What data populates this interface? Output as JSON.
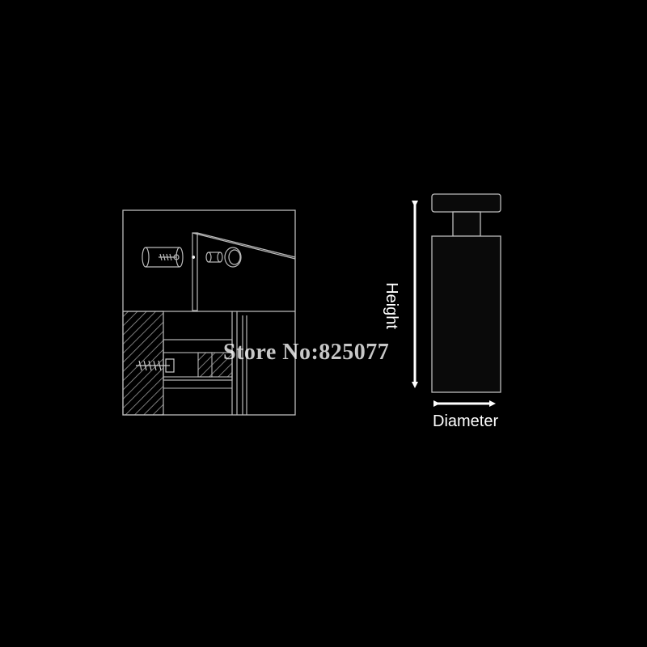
{
  "diagram": {
    "dimension_labels": {
      "height": "Height",
      "diameter": "Diameter"
    },
    "watermark": "Store No:825077",
    "colors": {
      "background": "#000000",
      "line": "#bbbbbb",
      "arrow": "#ffffff",
      "part_fill": "#0a0a0a"
    }
  }
}
